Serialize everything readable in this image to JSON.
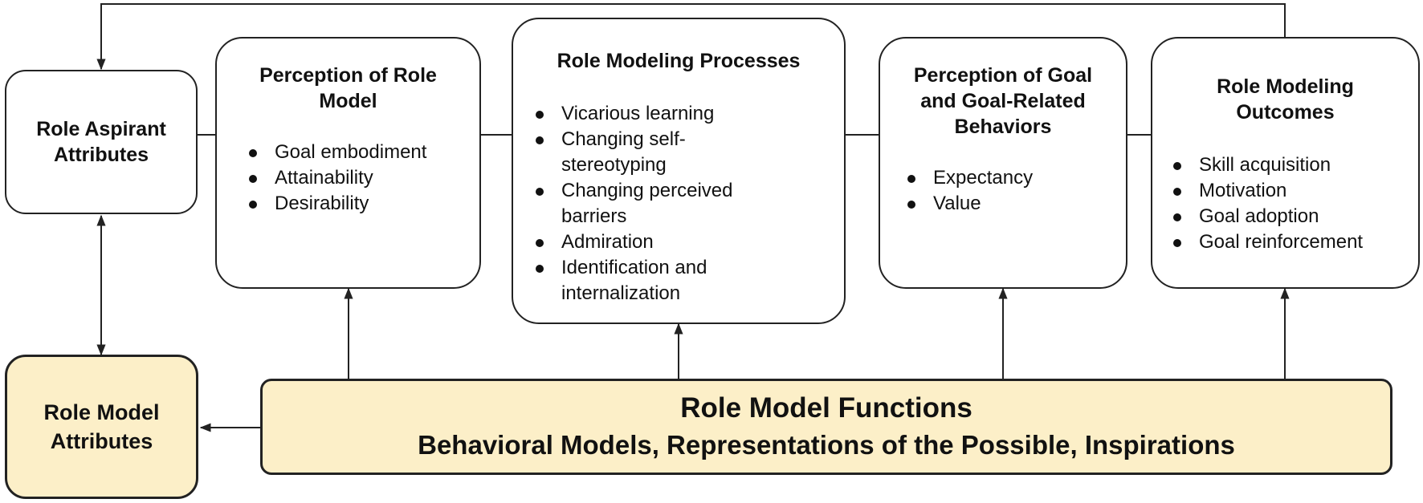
{
  "role_aspirant": {
    "title": "Role Aspirant Attributes"
  },
  "perception_role_model": {
    "title": "Perception of Role Model",
    "items": [
      "Goal embodiment",
      "Attainability",
      "Desirability"
    ]
  },
  "processes": {
    "title": "Role Modeling Processes",
    "items": [
      "Vicarious learning",
      "Changing self-stereotyping",
      "Changing perceived barriers",
      "Admiration",
      "Identification and internalization"
    ]
  },
  "perception_goal": {
    "title": "Perception of Goal and Goal-Related Behaviors",
    "items": [
      "Expectancy",
      "Value"
    ]
  },
  "outcomes": {
    "title": "Role Modeling Outcomes",
    "items": [
      "Skill acquisition",
      "Motivation",
      "Goal adoption",
      "Goal reinforcement"
    ]
  },
  "role_model_attributes": {
    "title": "Role Model Attributes"
  },
  "functions": {
    "line1": "Role Model Functions",
    "line2": "Behavioral Models, Representations of the Possible, Inspirations"
  }
}
